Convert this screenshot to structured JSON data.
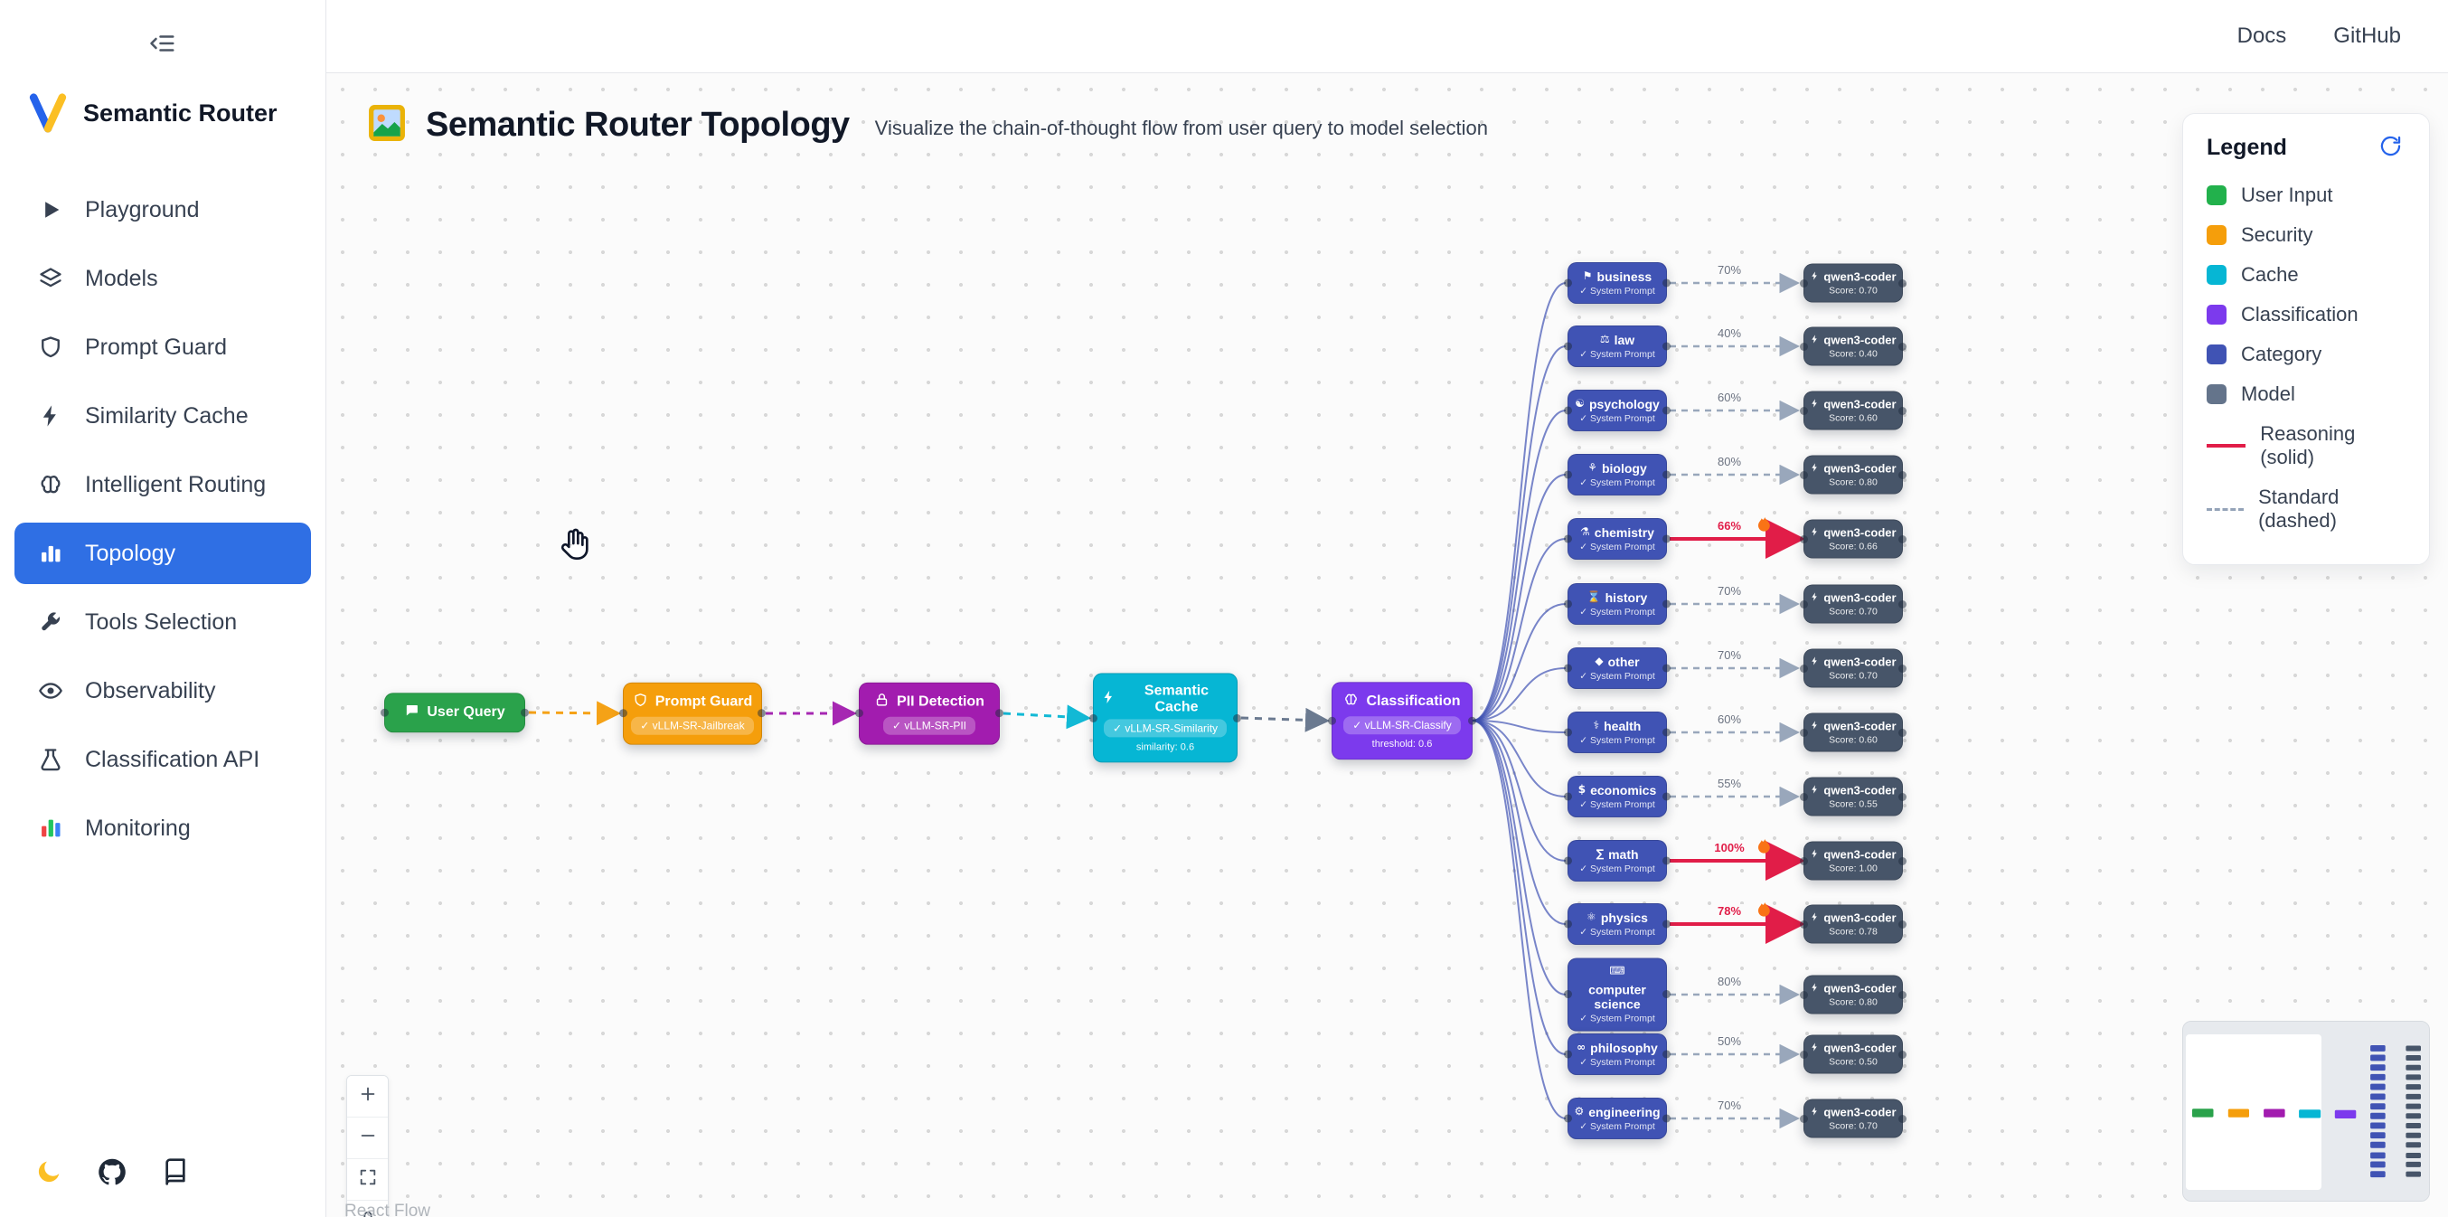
{
  "app": {
    "name": "Semantic Router"
  },
  "topbar": {
    "links": [
      {
        "label": "Docs"
      },
      {
        "label": "GitHub"
      }
    ]
  },
  "sidebar": {
    "items": [
      {
        "label": "Playground",
        "icon": "play-icon",
        "active": false
      },
      {
        "label": "Models",
        "icon": "layers-icon",
        "active": false
      },
      {
        "label": "Prompt Guard",
        "icon": "shield-icon",
        "active": false
      },
      {
        "label": "Similarity Cache",
        "icon": "bolt-icon",
        "active": false
      },
      {
        "label": "Intelligent Routing",
        "icon": "brain-icon",
        "active": false
      },
      {
        "label": "Topology",
        "icon": "chart-icon",
        "active": true
      },
      {
        "label": "Tools Selection",
        "icon": "wrench-icon",
        "active": false
      },
      {
        "label": "Observability",
        "icon": "eye-icon",
        "active": false
      },
      {
        "label": "Classification API",
        "icon": "flask-icon",
        "active": false
      },
      {
        "label": "Monitoring",
        "icon": "monitor-icon",
        "active": false
      }
    ],
    "footer_icons": [
      "moon-icon",
      "github-icon",
      "book-icon"
    ]
  },
  "page": {
    "title": "Semantic Router Topology",
    "subtitle": "Visualize the chain-of-thought flow from user query to model selection"
  },
  "legend": {
    "title": "Legend",
    "items": [
      {
        "label": "User Input",
        "color": "#22b14c"
      },
      {
        "label": "Security",
        "color": "#f59e0b"
      },
      {
        "label": "Cache",
        "color": "#06b6d4"
      },
      {
        "label": "Classification",
        "color": "#7c3aed"
      },
      {
        "label": "Category",
        "color": "#4053b4"
      },
      {
        "label": "Model",
        "color": "#64748b"
      }
    ],
    "lines": [
      {
        "label": "Reasoning (solid)",
        "color": "#e11d48",
        "dashed": false
      },
      {
        "label": "Standard (dashed)",
        "color": "#94a3b8",
        "dashed": true
      }
    ]
  },
  "flow": {
    "pipeline": [
      {
        "key": "user-query",
        "title": "User Query",
        "icon": "chat-icon",
        "color": "#2aa24b"
      },
      {
        "key": "prompt-guard",
        "title": "Prompt Guard",
        "icon": "shield-icon",
        "color": "#f59e0b",
        "badge": "✓ vLLM-SR-Jailbreak"
      },
      {
        "key": "pii-detection",
        "title": "PII Detection",
        "icon": "lock-icon",
        "color": "#a21caf",
        "badge": "✓ vLLM-SR-PII"
      },
      {
        "key": "semantic-cache",
        "title": "Semantic Cache",
        "icon": "bolt-icon",
        "color": "#06b6d4",
        "badge": "✓ vLLM-SR-Similarity",
        "extra": "similarity: 0.6"
      },
      {
        "key": "classification",
        "title": "Classification",
        "icon": "brain-icon",
        "color": "#7c3aed",
        "badge": "✓ vLLM-SR-Classify",
        "extra": "threshold: 0.6"
      }
    ],
    "edge_colors": [
      "#f59e0b",
      "#a21caf",
      "#06b6d4",
      "#64748b"
    ],
    "category_color": "#4053b4",
    "model_color": "#475569",
    "reasoning_color": "#e11d48",
    "standard_color": "#94a3b8",
    "category_sub": "✓ System Prompt",
    "model_name": "qwen3-coder",
    "categories": [
      {
        "name": "business",
        "glyph": "⚑",
        "pct_label": "70%",
        "reasoning": false,
        "score_label": "Score: 0.70"
      },
      {
        "name": "law",
        "glyph": "⚖",
        "pct_label": "40%",
        "reasoning": false,
        "score_label": "Score: 0.40"
      },
      {
        "name": "psychology",
        "glyph": "☯",
        "pct_label": "60%",
        "reasoning": false,
        "score_label": "Score: 0.60"
      },
      {
        "name": "biology",
        "glyph": "⚘",
        "pct_label": "80%",
        "reasoning": false,
        "score_label": "Score: 0.80"
      },
      {
        "name": "chemistry",
        "glyph": "⚗",
        "pct_label": "66%",
        "reasoning": true,
        "score_label": "Score: 0.66"
      },
      {
        "name": "history",
        "glyph": "⌛",
        "pct_label": "70%",
        "reasoning": false,
        "score_label": "Score: 0.70"
      },
      {
        "name": "other",
        "glyph": "◆",
        "pct_label": "70%",
        "reasoning": false,
        "score_label": "Score: 0.70"
      },
      {
        "name": "health",
        "glyph": "⚕",
        "pct_label": "60%",
        "reasoning": false,
        "score_label": "Score: 0.60"
      },
      {
        "name": "economics",
        "glyph": "$",
        "pct_label": "55%",
        "reasoning": false,
        "score_label": "Score: 0.55"
      },
      {
        "name": "math",
        "glyph": "∑",
        "pct_label": "100%",
        "reasoning": true,
        "score_label": "Score: 1.00"
      },
      {
        "name": "physics",
        "glyph": "⚛",
        "pct_label": "78%",
        "reasoning": true,
        "score_label": "Score: 0.78"
      },
      {
        "name": "computer science",
        "glyph": "⌨",
        "pct_label": "80%",
        "reasoning": false,
        "score_label": "Score: 0.80"
      },
      {
        "name": "philosophy",
        "glyph": "∞",
        "pct_label": "50%",
        "reasoning": false,
        "score_label": "Score: 0.50"
      },
      {
        "name": "engineering",
        "glyph": "⚙",
        "pct_label": "70%",
        "reasoning": false,
        "score_label": "Score: 0.70"
      }
    ]
  },
  "controls": {
    "buttons": [
      "zoom-in-icon",
      "zoom-out-icon",
      "fit-view-icon",
      "lock-icon"
    ]
  },
  "attribution": "React Flow"
}
